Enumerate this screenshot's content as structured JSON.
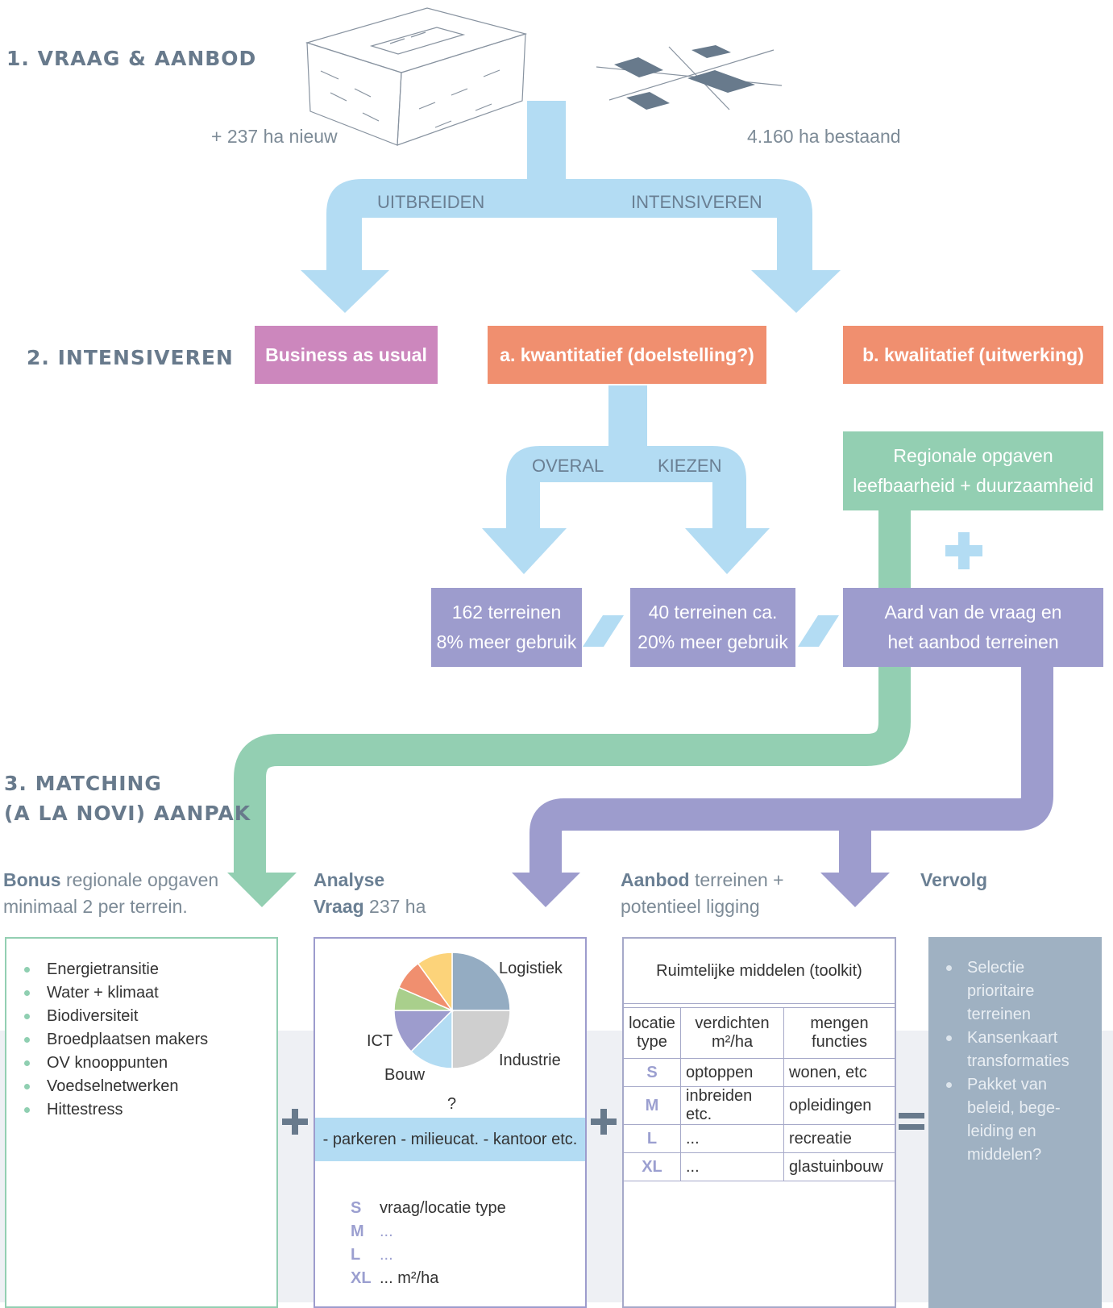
{
  "colors": {
    "blue_arrow": "#b3dcf3",
    "green": "#93cfb2",
    "purple": "#9d9ccd",
    "pink": "#cc87bd",
    "orange": "#f08f6f",
    "heading": "#687a8c",
    "slate": "#9fb1c2"
  },
  "sections": {
    "s1": "1. VRAAG & AANBOD",
    "s2": "2. INTENSIVEREN",
    "s3_line1": "3. MATCHING",
    "s3_line2": "(A LA NOVI) AANPAK"
  },
  "top": {
    "new_label": "+ 237 ha nieuw",
    "existing_label": "4.160 ha bestaand",
    "left_branch": "UITBREIDEN",
    "right_branch": "INTENSIVEREN",
    "new_icon": "building-block-icon",
    "existing_icon": "parcel-grid-icon"
  },
  "boxes": {
    "business": "Business as usual",
    "kwantitatief": "a. kwantitatief (doelstelling?)",
    "kwalitatief": "b. kwalitatief (uitwerking)",
    "regionale_l1": "Regionale opgaven",
    "regionale_l2": "leefbaarheid + duurzaamheid",
    "t162_l1": "162 terreinen",
    "t162_l2": "8% meer gebruik",
    "t40_l1": "40 terreinen ca.",
    "t40_l2": "20% meer gebruik",
    "aard_l1": "Aard van de vraag en",
    "aard_l2": "het aanbod terreinen"
  },
  "branch2": {
    "left": "OVERAL",
    "right": "KIEZEN"
  },
  "columns": {
    "bonus_bold": "Bonus",
    "bonus_rest": " regionale opgaven",
    "bonus_line2": "minimaal 2 per terrein.",
    "analyse_l1": "Analyse",
    "analyse_bold": "Vraag",
    "analyse_rest": " 237 ha",
    "aanbod_bold": "Aanbod",
    "aanbod_rest": " terreinen +",
    "aanbod_line2": "potentieel ligging",
    "vervolg": "Vervolg"
  },
  "bonus_items": [
    "Energietransitie",
    "Water + klimaat",
    "Biodiversiteit",
    "Broedplaatsen makers",
    "OV knooppunten",
    "Voedselnetwerken",
    "Hittestress"
  ],
  "chart_data": {
    "type": "pie",
    "slices": [
      {
        "label": "Logistiek",
        "value": 25,
        "color": "#94acc2"
      },
      {
        "label": "Industrie",
        "value": 25,
        "color": "#cfcfcf"
      },
      {
        "label": "",
        "value": 12.5,
        "color": "#b3dcf3"
      },
      {
        "label": "Bouw",
        "value": 12.5,
        "color": "#9d9ccd"
      },
      {
        "label": "ICT",
        "value": 6.5,
        "color": "#a9cf8c"
      },
      {
        "label": "",
        "value": 8.5,
        "color": "#f08f6f"
      },
      {
        "label": "",
        "value": 10,
        "color": "#fcd37a"
      }
    ]
  },
  "analyse": {
    "question": "?",
    "criteria": "- parkeren - milieucat. - kantoor etc.",
    "sizes": [
      {
        "k": "S",
        "v": "vraag/locatie type"
      },
      {
        "k": "M",
        "v": "..."
      },
      {
        "k": "L",
        "v": "..."
      },
      {
        "k": "XL",
        "v": "... m²/ha"
      }
    ]
  },
  "toolkit": {
    "title": "Ruimtelijke middelen (toolkit)",
    "headers": [
      "locatie type",
      "verdichten m²/ha",
      "mengen functies"
    ],
    "rows": [
      [
        "S",
        "optoppen",
        "wonen, etc"
      ],
      [
        "M",
        "inbreiden etc.",
        "opleidingen"
      ],
      [
        "L",
        "...",
        "recreatie"
      ],
      [
        "XL",
        "...",
        "glastuinbouw"
      ]
    ]
  },
  "vervolg_items": [
    "Selectie prioritaire terreinen",
    "Kansenkaart transformaties",
    "Pakket van beleid, bege-leiding en middelen?"
  ]
}
